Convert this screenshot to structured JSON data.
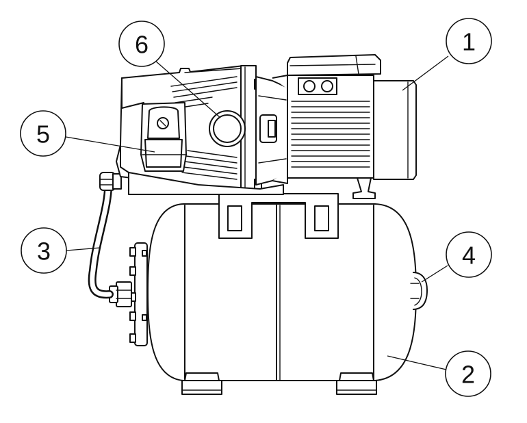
{
  "diagram": {
    "callouts": [
      {
        "id": "callout-1",
        "label": "1",
        "points_to": "motor-fan-cover"
      },
      {
        "id": "callout-2",
        "label": "2",
        "points_to": "pressure-tank"
      },
      {
        "id": "callout-3",
        "label": "3",
        "points_to": "flexible-hose"
      },
      {
        "id": "callout-4",
        "label": "4",
        "points_to": "air-valve-cap"
      },
      {
        "id": "callout-5",
        "label": "5",
        "points_to": "pressure-switch"
      },
      {
        "id": "callout-6",
        "label": "6",
        "points_to": "pump-inlet"
      }
    ]
  },
  "colors": {
    "line": "#111111",
    "fill": "#ffffff"
  }
}
